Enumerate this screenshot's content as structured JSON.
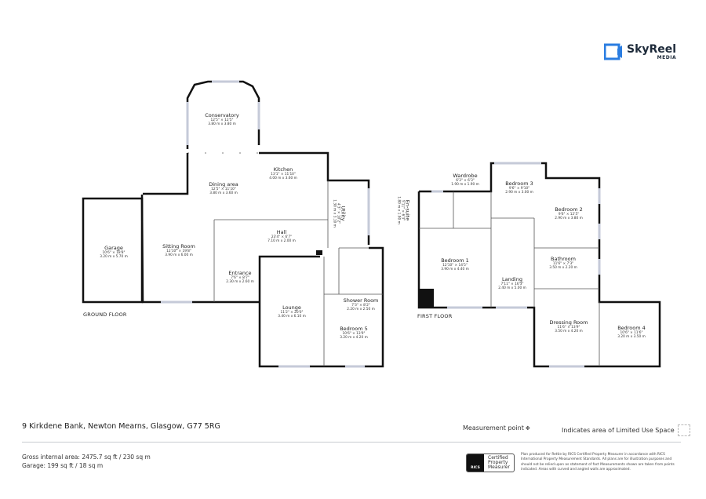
{
  "brand": {
    "name": "SkyReel",
    "sub": "MEDIA",
    "color": "#2a7de1"
  },
  "ground_floor": {
    "label": "GROUND FLOOR",
    "rooms": [
      {
        "name": "Conservatory",
        "imperial": "12'5\" × 12'5\"",
        "metric": "3.80 m x 3.80 m"
      },
      {
        "name": "Dining area",
        "imperial": "12'5\" × 11'10\"",
        "metric": "3.80 m x 3.60 m"
      },
      {
        "name": "Kitchen",
        "imperial": "13'1\" × 11'10\"",
        "metric": "4.00 m x 3.60 m"
      },
      {
        "name": "Utility",
        "imperial": "4'3\" × 10'2\"",
        "metric": "1.30 m x 3.10 m"
      },
      {
        "name": "Hall",
        "imperial": "23'4\" × 6'7\"",
        "metric": "7.10 m x 2.00 m"
      },
      {
        "name": "Sitting Room",
        "imperial": "12'10\" × 19'8\"",
        "metric": "3.90 m x 6.00 m"
      },
      {
        "name": "Garage",
        "imperial": "10'6\" × 18'8\"",
        "metric": "3.20 m x 5.70 m"
      },
      {
        "name": "Entrance",
        "imperial": "7'6\" × 8'7\"",
        "metric": "2.30 m x 2.60 m"
      },
      {
        "name": "Lounge",
        "imperial": "11'2\" × 20'0\"",
        "metric": "3.40 m x 6.10 m"
      },
      {
        "name": "Shower Room",
        "imperial": "7'3\" × 8'2\"",
        "metric": "2.20 m x 2.50 m"
      },
      {
        "name": "Bedroom 5",
        "imperial": "10'6\" × 13'9\"",
        "metric": "3.20 m x 4.20 m"
      }
    ]
  },
  "first_floor": {
    "label": "FIRST FLOOR",
    "rooms": [
      {
        "name": "Wardrobe",
        "imperial": "6'3\" × 6'3\"",
        "metric": "1.90 m x 1.90 m"
      },
      {
        "name": "En-suite",
        "imperial": "5'11\" × 6'3\"",
        "metric": "1.80 m x 1.90 m"
      },
      {
        "name": "Bedroom 3",
        "imperial": "9'6\" × 9'10\"",
        "metric": "2.90 m x 3.00 m"
      },
      {
        "name": "Bedroom 2",
        "imperial": "9'6\" × 12'5\"",
        "metric": "2.90 m x 3.80 m"
      },
      {
        "name": "Bedroom 1",
        "imperial": "12'10\" × 14'5\"",
        "metric": "3.90 m x 4.40 m"
      },
      {
        "name": "Bathroom",
        "imperial": "11'6\" × 7'3\"",
        "metric": "3.50 m x 2.20 m"
      },
      {
        "name": "Landing",
        "imperial": "7'11\" × 16'3\"",
        "metric": "2.40 m x 5.00 m"
      },
      {
        "name": "Dressing Room",
        "imperial": "11'6\" × 13'9\"",
        "metric": "3.50 m x 4.20 m"
      },
      {
        "name": "Bedroom 4",
        "imperial": "10'6\" × 11'6\"",
        "metric": "3.20 m x 3.50 m"
      }
    ]
  },
  "footer": {
    "address": "9 Kirkdene Bank, Newton Mearns, Glasgow, G77 5RG",
    "gross_area": "Gross internal area: 2475.7 sq ft / 230 sq m",
    "garage_area": "Garage: 199 sq ft / 18 sq m",
    "legend_measurement": "Measurement point",
    "legend_limited": "Indicates area of  Limited Use Space",
    "rics_badge": "RICS",
    "rics_text": [
      "Certified",
      "Property",
      "Measurer"
    ],
    "disclaimer": "Plan produced for Rettie by RICS Certified Property Measurer in accordance with RICS International Property Measurement Standards. All plans are for illustration purposes and should not be relied upon as statement of fact Measurements shown are taken from points indicated. Areas with curved and angled walls are approximated."
  }
}
